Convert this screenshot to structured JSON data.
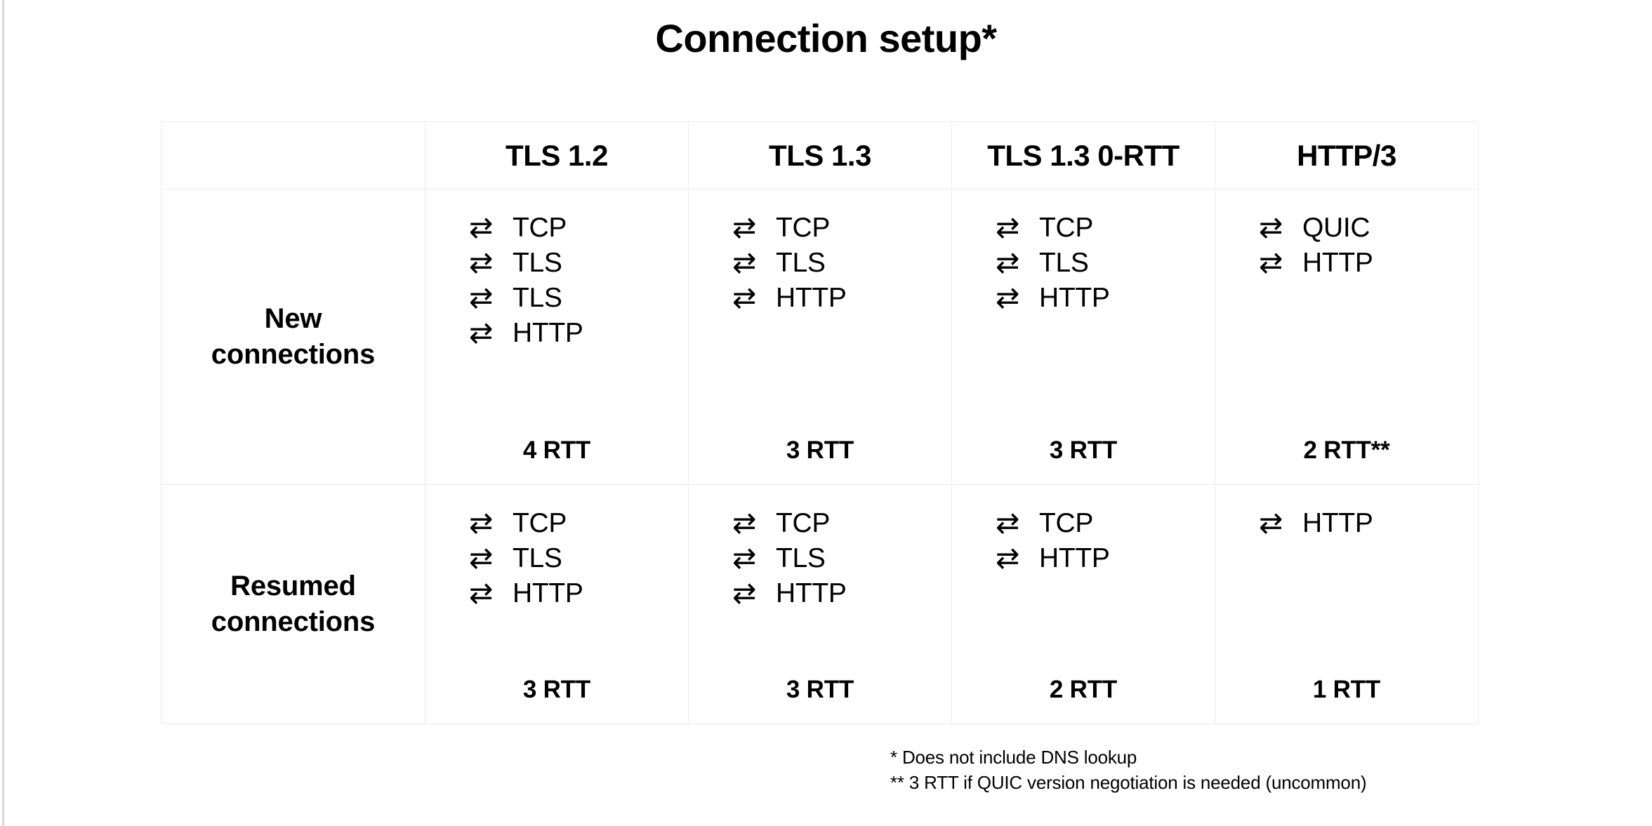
{
  "title": "Connection setup*",
  "table": {
    "corner_label": "",
    "columns": [
      "TLS 1.2",
      "TLS 1.3",
      "TLS 1.3 0-RTT",
      "HTTP/3"
    ],
    "arrow_icon": "⇄",
    "arrow_icon_name": "bidirectional-roundtrip-arrow-icon",
    "rows": [
      {
        "label": "New\nconnections",
        "label_line1": "New",
        "label_line2": "connections",
        "cells": [
          {
            "steps": [
              "TCP",
              "TLS",
              "TLS",
              "HTTP"
            ],
            "total": "4 RTT"
          },
          {
            "steps": [
              "TCP",
              "TLS",
              "HTTP"
            ],
            "total": "3 RTT"
          },
          {
            "steps": [
              "TCP",
              "TLS",
              "HTTP"
            ],
            "total": "3 RTT"
          },
          {
            "steps": [
              "QUIC",
              "HTTP"
            ],
            "total": "2 RTT**"
          }
        ]
      },
      {
        "label": "Resumed\nconnections",
        "label_line1": "Resumed",
        "label_line2": "connections",
        "cells": [
          {
            "steps": [
              "TCP",
              "TLS",
              "HTTP"
            ],
            "total": "3 RTT"
          },
          {
            "steps": [
              "TCP",
              "TLS",
              "HTTP"
            ],
            "total": "3 RTT"
          },
          {
            "steps": [
              "TCP",
              "HTTP"
            ],
            "total": "2 RTT"
          },
          {
            "steps": [
              "HTTP"
            ],
            "total": "1 RTT"
          }
        ]
      }
    ]
  },
  "footnotes": [
    "* Does not include DNS lookup",
    "** 3 RTT if QUIC version negotiation is needed (uncommon)"
  ],
  "colors": {
    "text": "#000000",
    "background": "#ffffff",
    "grid_line": "#ececec",
    "page_edge_rule": "#d4d6d9"
  }
}
